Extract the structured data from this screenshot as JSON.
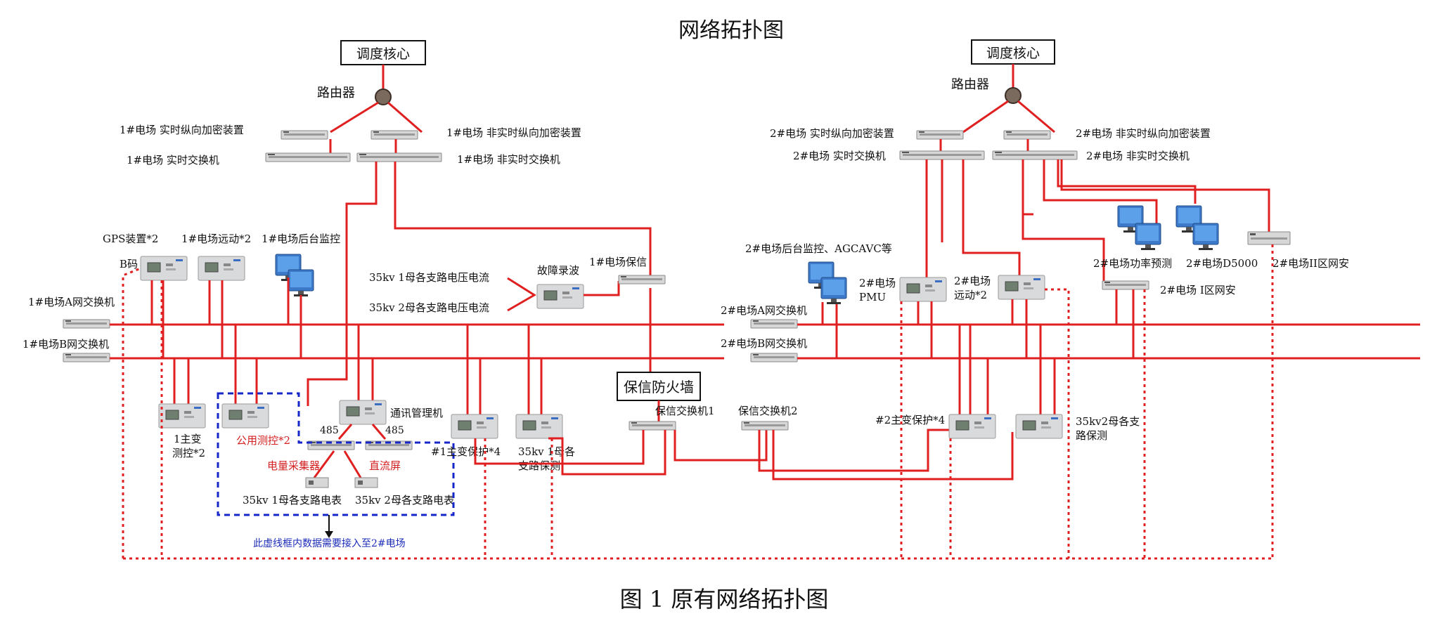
{
  "title": "网络拓扑图",
  "caption": "图 1 原有网络拓扑图",
  "colors": {
    "link": "#e02020",
    "dashed_frame": "#1626c8",
    "highlight_label": "#d32020",
    "note": "#1b2bb8"
  },
  "station1": {
    "core": "调度核心",
    "router": "路由器",
    "encrypt_rt": "1#电场 实时纵向加密装置",
    "encrypt_nrt": "1#电场 非实时纵向加密装置",
    "switch_rt": "1#电场 实时交换机",
    "switch_nrt": "1#电场 非实时交换机",
    "gps": "GPS装置*2",
    "bcode": "B码",
    "telecontrol": "1#电场远动*2",
    "backend": "1#电场后台监控",
    "net_a": "1#电场A网交换机",
    "net_b": "1#电场B网交换机",
    "bus1_vi": "35kv 1母各支路电压电流",
    "bus2_vi": "35kv 2母各支路电压电流",
    "fault_rec": "故障录波",
    "protection_info": "1#电场保信",
    "main_tx_measure_1": "1主变",
    "main_tx_measure_2": "测控*2",
    "public_measure": "公用测控*2",
    "comm_manager": "通讯管理机",
    "port_485_left": "485",
    "port_485_right": "485",
    "energy_collector": "电量采集器",
    "dc_panel": "直流屏",
    "bus1_meter": "35kv 1母各支路电表",
    "bus2_meter": "35kv 2母各支路电表",
    "dashed_note": "此虚线框内数据需要接入至2#电场",
    "main_tx_protect": "#1主变保护*4",
    "bus1_branch_protect_1": "35kv 1母各",
    "bus1_branch_protect_2": "支路保测",
    "firewall": "保信防火墙",
    "pi_switch_1": "保信交换机1"
  },
  "station2": {
    "core": "调度核心",
    "router": "路由器",
    "encrypt_rt": "2#电场 实时纵向加密装置",
    "encrypt_nrt": "2#电场 非实时纵向加密装置",
    "switch_rt": "2#电场 实时交换机",
    "switch_nrt": "2#电场 非实时交换机",
    "backend": "2#电场后台监控、AGCAVC等",
    "pmu_1": "2#电场",
    "pmu_2": "PMU",
    "telecontrol_1": "2#电场",
    "telecontrol_2": "远动*2",
    "power_forecast": "2#电场功率预测",
    "d5000": "2#电场D5000",
    "zone2_security": "2#电场II区网安",
    "zone1_security": "2#电场 I区网安",
    "net_a": "2#电场A网交换机",
    "net_b": "2#电场B网交换机",
    "pi_switch_2": "保信交换机2",
    "main_tx_protect": "#2主变保护*4",
    "bus2_branch_protect_1": "35kv2母各支",
    "bus2_branch_protect_2": "路保测"
  }
}
